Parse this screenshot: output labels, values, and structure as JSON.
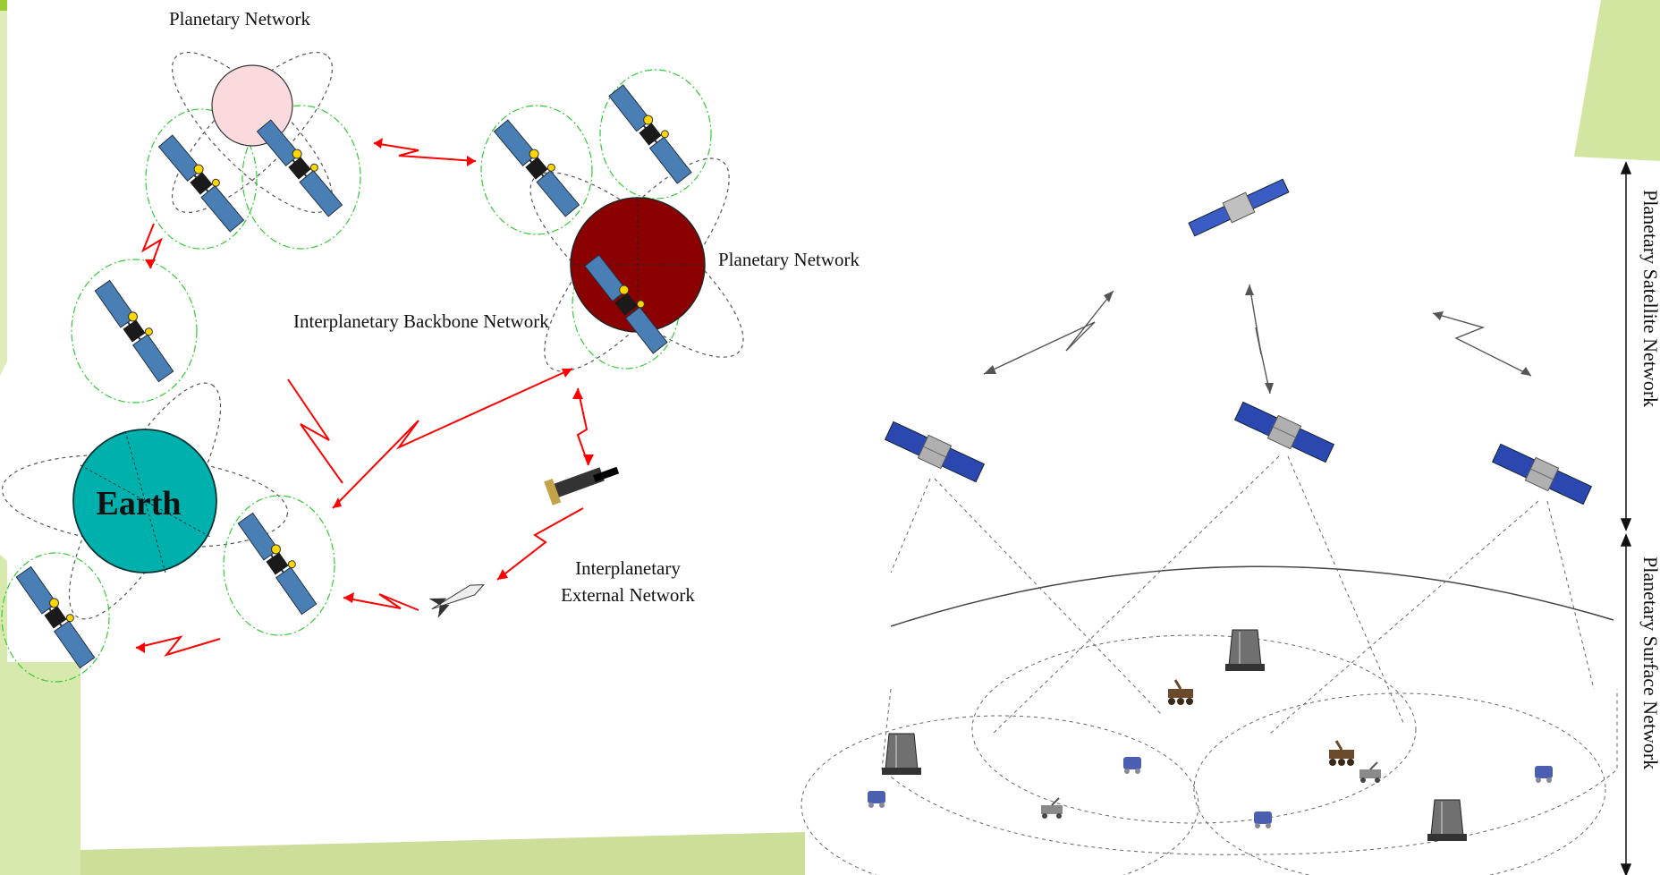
{
  "left_diagram": {
    "earth_label": "Earth",
    "planetary_network_top": "Planetary Network",
    "planetary_network_right": "Planetary Network",
    "backbone_label": "Interplanetary Backbone Network",
    "external_line1": "Interplanetary",
    "external_line2": "External Network",
    "colors": {
      "earth": "#00b0ad",
      "red_planet": "#8b0000",
      "pink_planet": "#fadadd",
      "link": "#ff0000",
      "orbit": "#33cc33",
      "panel": "#4a7fb5"
    }
  },
  "right_diagram": {
    "satellite_label": "Planetary Satellite Network",
    "surface_label": "Planetary Surface Network"
  },
  "background": {
    "accent_green": "#c8e08a",
    "accent_yellow": "#f0f0b0"
  }
}
